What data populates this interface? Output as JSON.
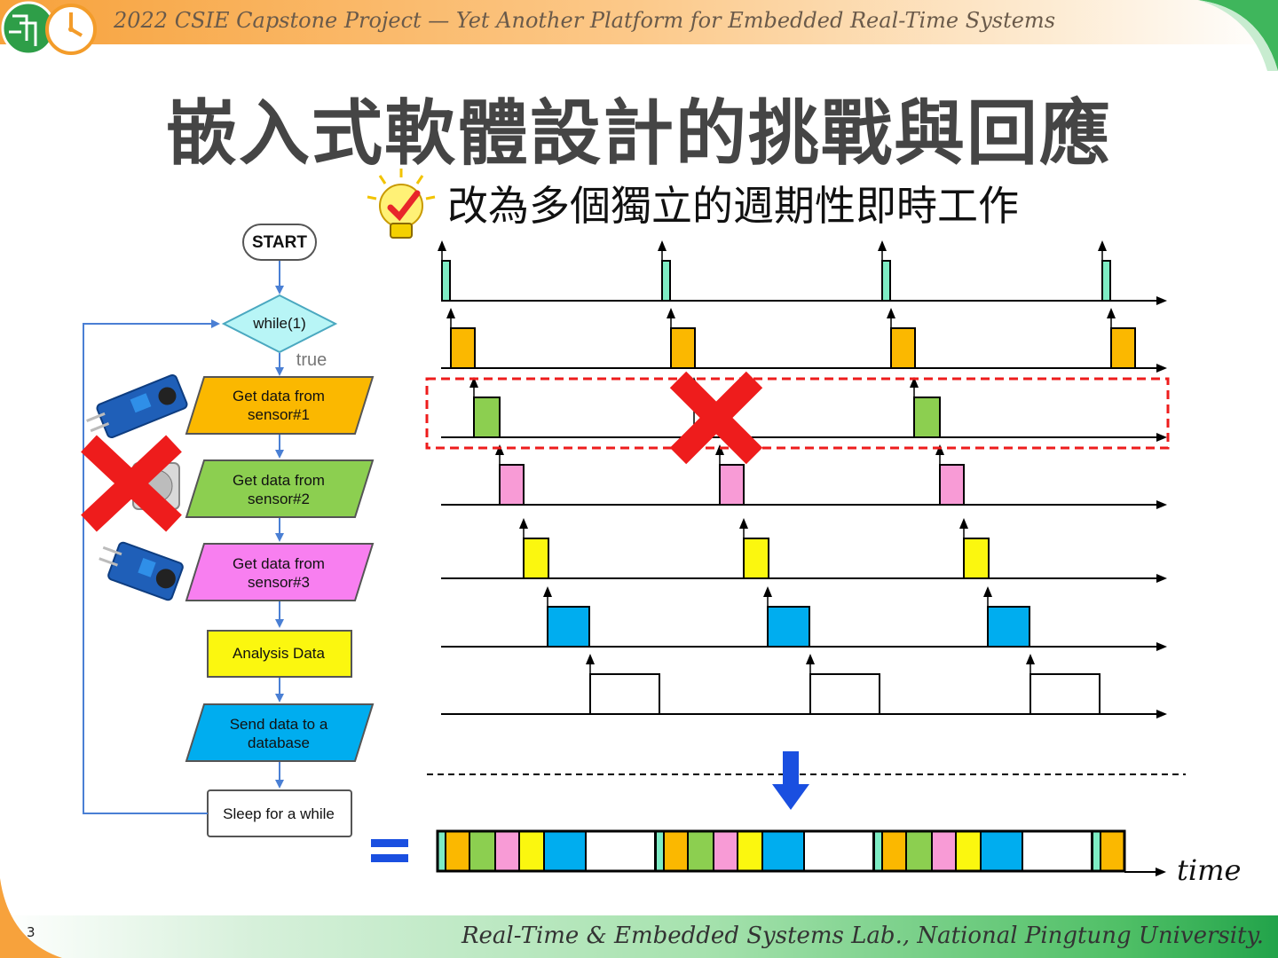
{
  "header": {
    "title": "2022 CSIE Capstone Project — Yet Another Platform for Embedded Real-Time Systems"
  },
  "slide": {
    "title": "嵌入式軟體設計的挑戰與回應",
    "subtitle": "改為多個獨立的週期性即時工作",
    "page_number": "3",
    "footer": "Real-Time & Embedded Systems Lab., National Pingtung University."
  },
  "flowchart": {
    "start": "START",
    "loop": "while(1)",
    "true_label": "true",
    "steps": [
      {
        "label": "Get data from\nsensor#1",
        "color": "#fbb800"
      },
      {
        "label": "Get data from\nsensor#2",
        "color": "#8ccf50"
      },
      {
        "label": "Get data from\nsensor#3",
        "color": "#f87ff0"
      },
      {
        "label": "Analysis Data",
        "color": "#fbf70f"
      },
      {
        "label": "Send data to a\ndatabase",
        "color": "#00adef"
      },
      {
        "label": "Sleep for a while",
        "color": "#ffffff"
      }
    ]
  },
  "timeline": {
    "axis_label": "time",
    "tasks": [
      {
        "color": "#7eecc4",
        "releases": [
          0,
          1,
          2,
          3
        ]
      },
      {
        "color": "#fbb800",
        "releases": [
          0,
          1,
          2,
          3
        ]
      },
      {
        "color": "#8ccf50",
        "releases": [
          0,
          2
        ],
        "skipped": [
          1
        ],
        "highlighted": true
      },
      {
        "color": "#f89bd6",
        "releases": [
          0,
          1,
          2
        ]
      },
      {
        "color": "#fbf70f",
        "releases": [
          0,
          1,
          2
        ]
      },
      {
        "color": "#00adef",
        "releases": [
          0,
          1,
          2
        ]
      },
      {
        "color": "#ffffff",
        "releases": [
          0,
          1,
          2
        ]
      }
    ]
  },
  "colors": {
    "accent_red": "#ee1c1c",
    "arrow_blue": "#1a4fe0",
    "flow_line": "#4a7fd4"
  },
  "icons": [
    "logo-icon",
    "lightbulb-check-icon",
    "red-x-icon",
    "down-arrow-icon",
    "equals-icon",
    "sensor-board-icon"
  ]
}
